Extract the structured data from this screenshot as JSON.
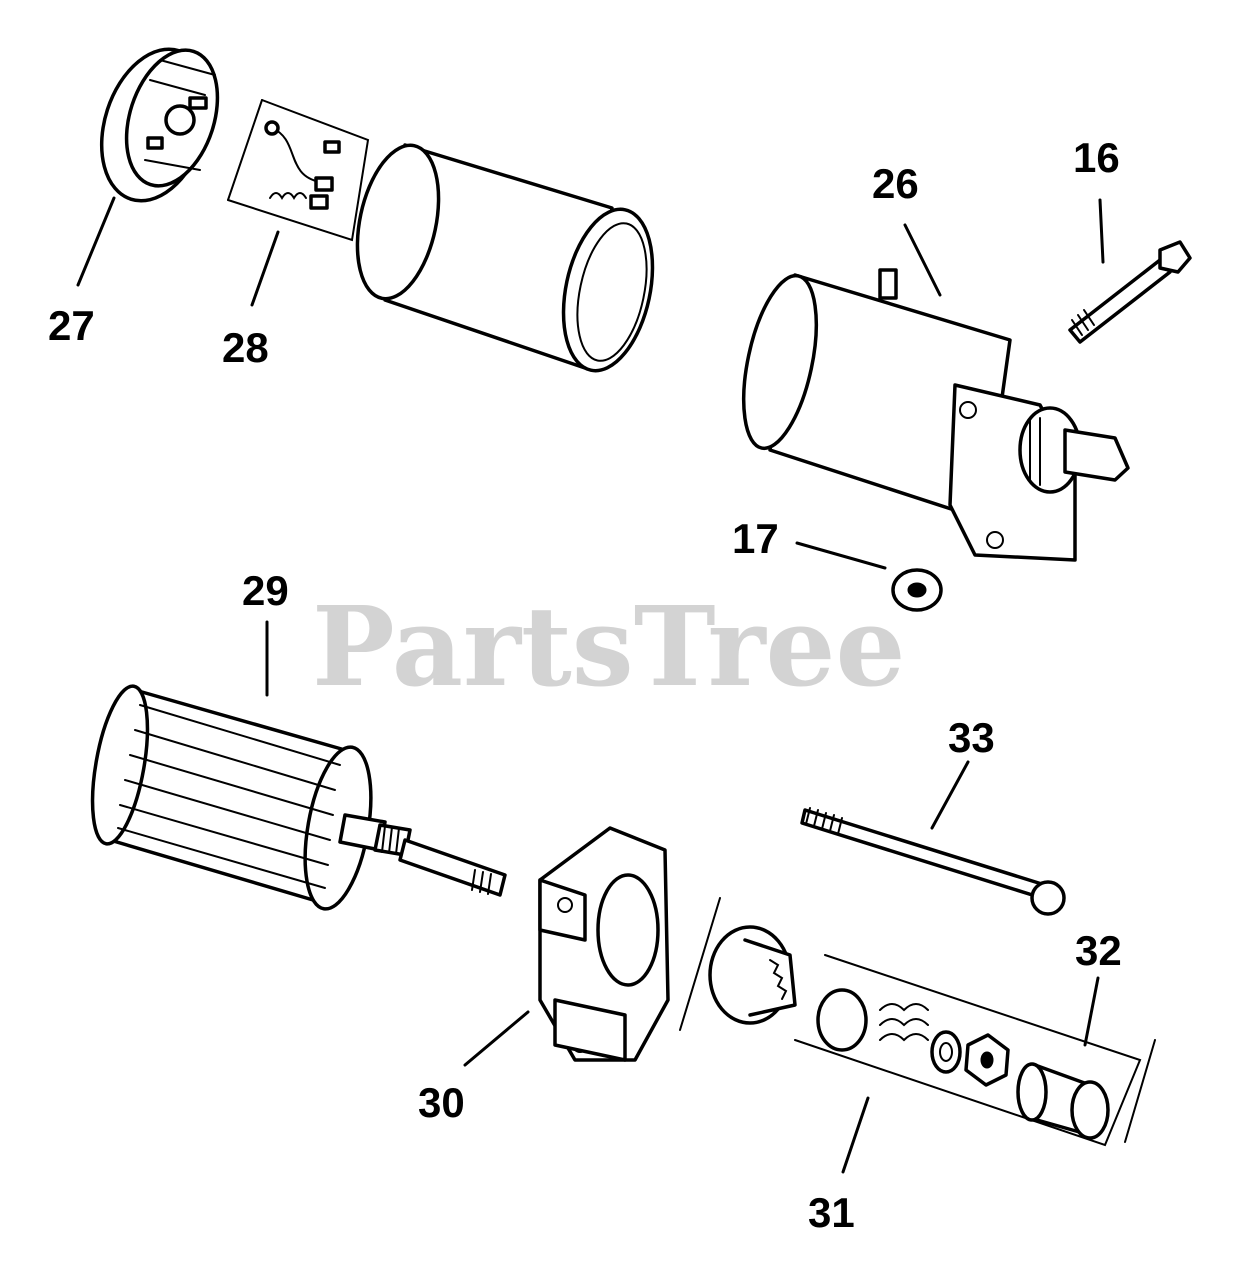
{
  "watermark": {
    "text": "PartsTree"
  },
  "callouts": {
    "c16": "16",
    "c17": "17",
    "c26": "26",
    "c27": "27",
    "c28": "28",
    "c29": "29",
    "c30": "30",
    "c31": "31",
    "c32": "32",
    "c33": "33"
  },
  "colors": {
    "ink": "#000000",
    "paper": "#ffffff",
    "watermark": "#d3d3d3"
  }
}
